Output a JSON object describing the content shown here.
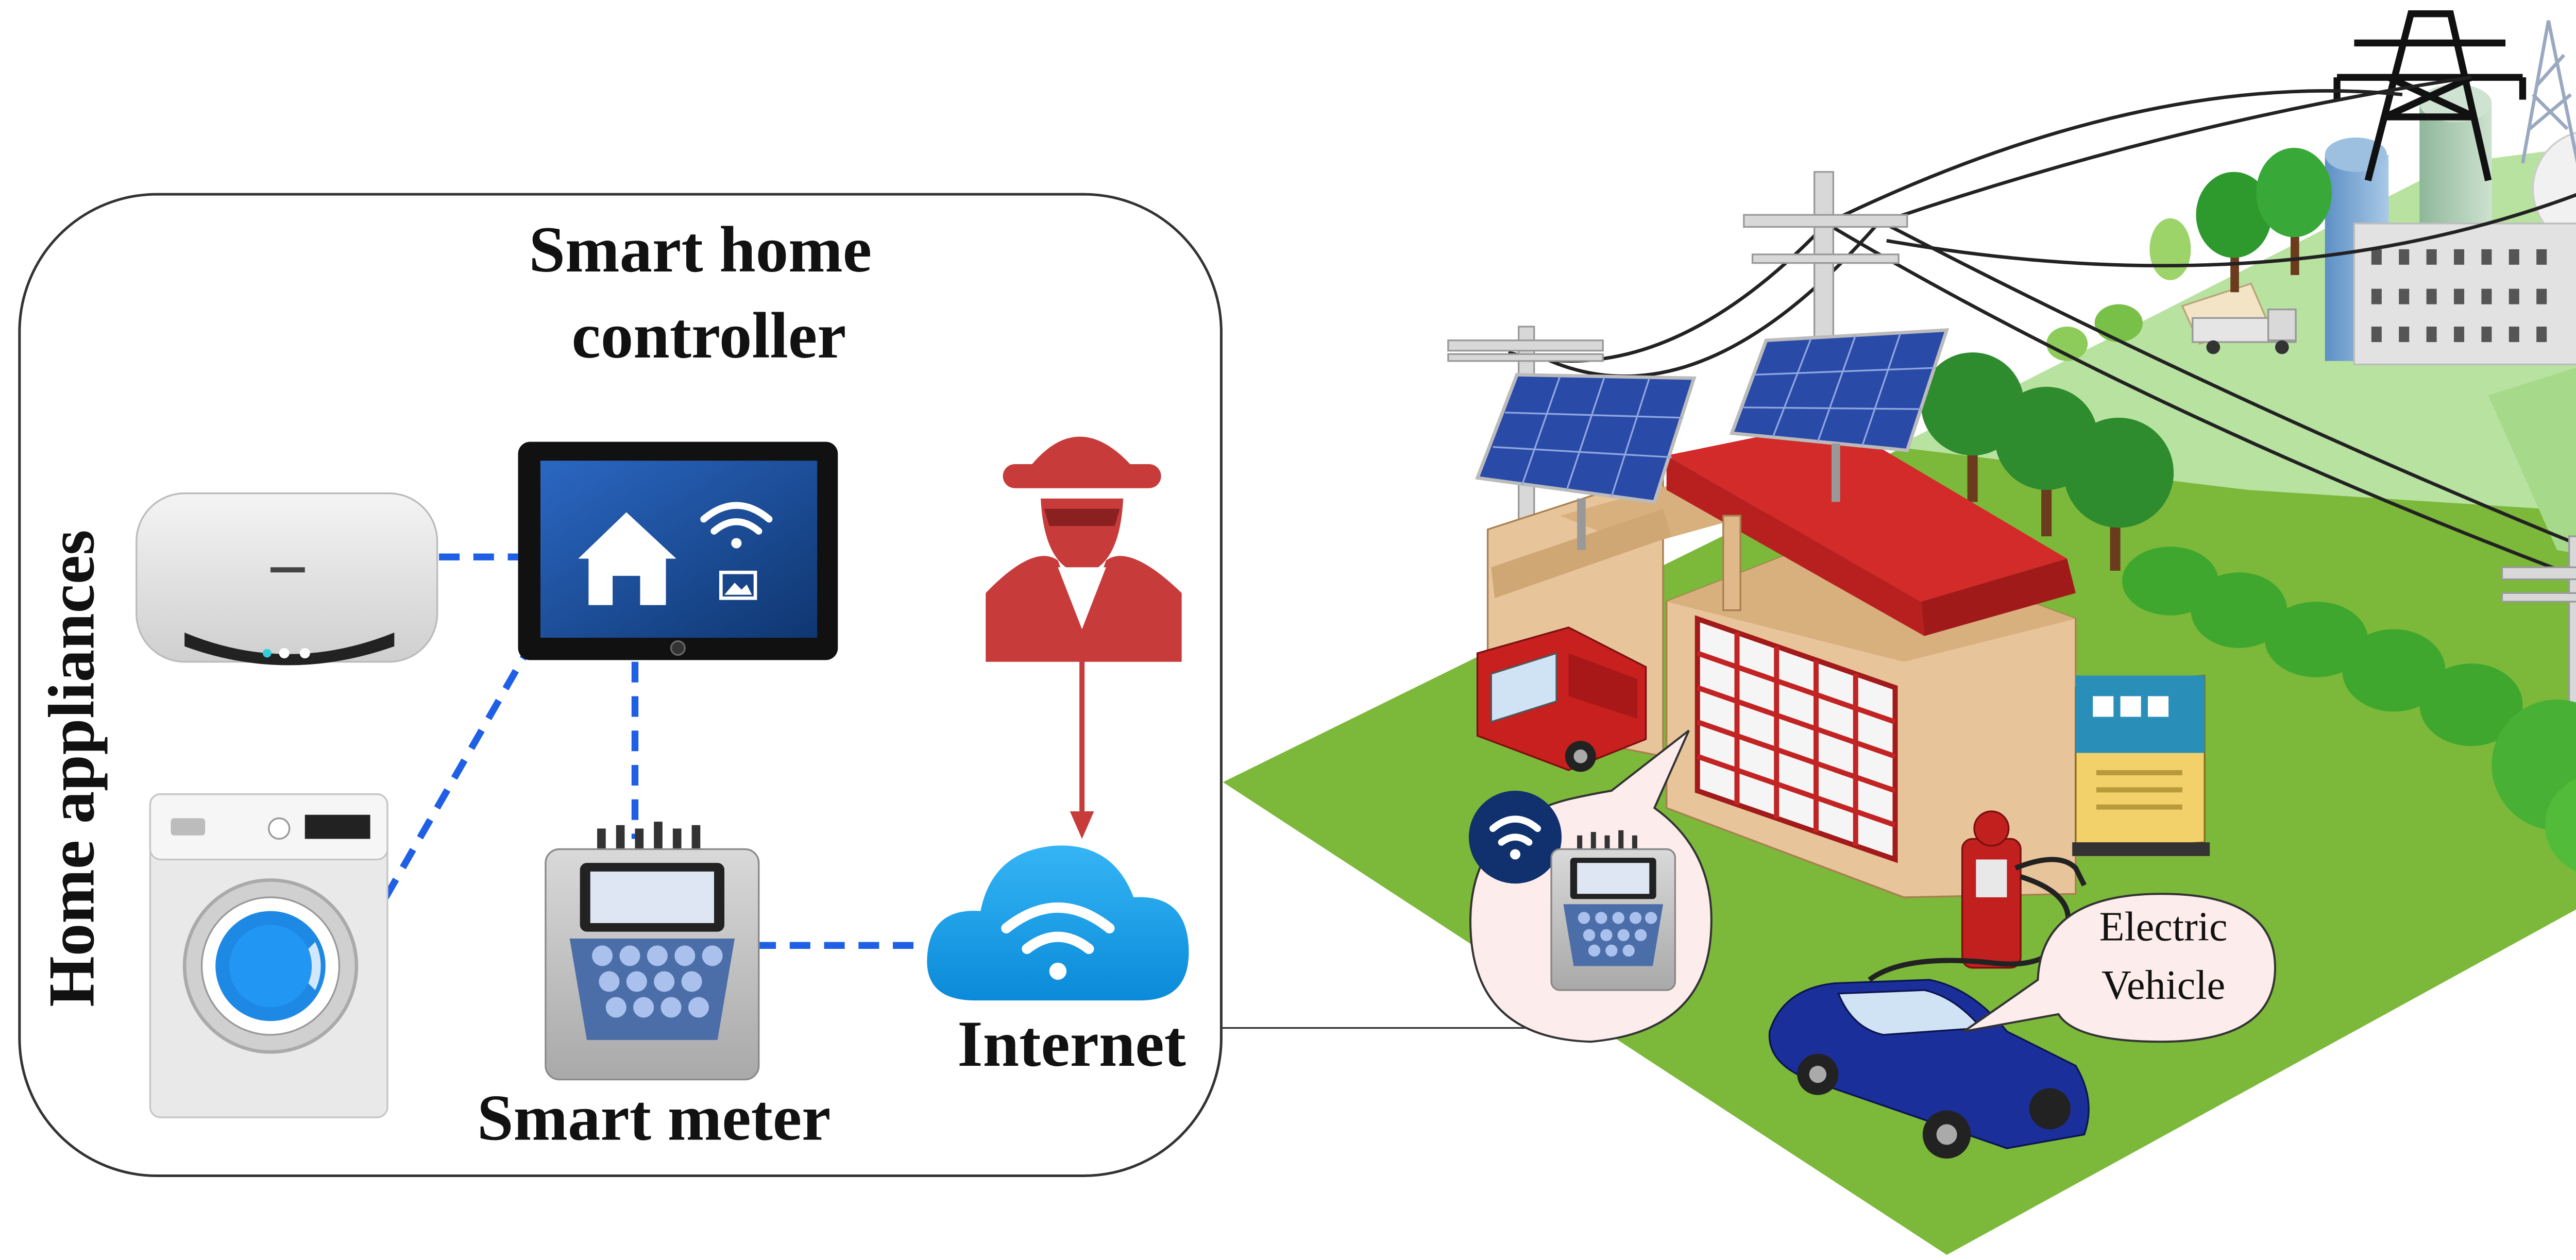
{
  "labels": {
    "controller_line1": "Smart home",
    "controller_line2": "controller",
    "home_appliances": "Home appliances",
    "smart_meter": "Smart meter",
    "internet": "Internet",
    "ev_line1": "Electric",
    "ev_line2": "Vehicle"
  },
  "colors": {
    "link_dashed": "#1f5fe6",
    "attacker": "#c73b3b",
    "cloud": "#1aa3f0",
    "tablet_screen": "#1d4f9a",
    "grass": "#7cb83a",
    "field": "#b8e2a0",
    "roof": "#d32a2a",
    "building_wall": "#e8c49a",
    "solar_panel": "#2a4aa8",
    "car": "#1b2f9a"
  }
}
